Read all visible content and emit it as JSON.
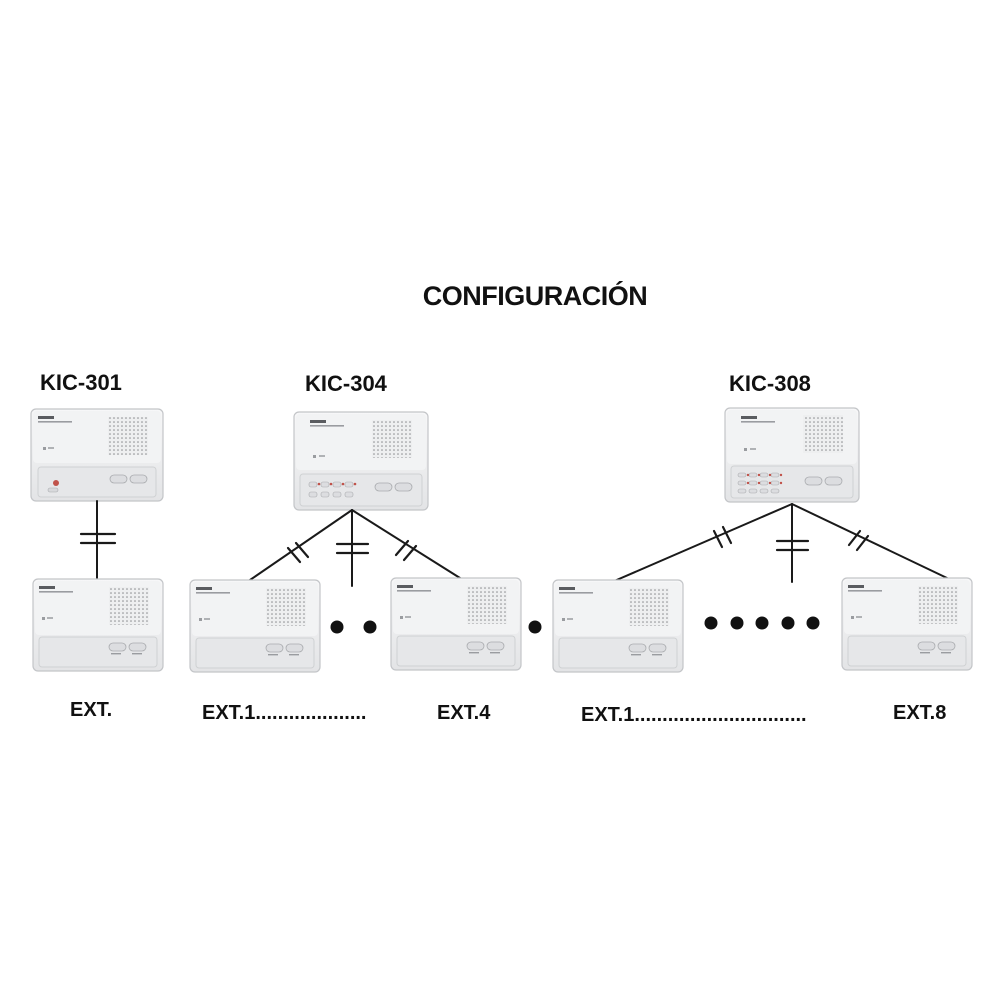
{
  "title": "CONFIGURACIÓN",
  "models": {
    "kic301": "KIC-301",
    "kic304": "KIC-304",
    "kic308": "KIC-308"
  },
  "extensions": {
    "ext_single": "EXT.",
    "ext1_of_4": "EXT.1....................",
    "ext4": "EXT.4",
    "ext1_of_8": "EXT.1...............................",
    "ext8": "EXT.8"
  },
  "colors": {
    "device_body": "#ecedee",
    "device_edge": "#c9cbcd",
    "line": "#1a1a1a",
    "dot": "#111111"
  }
}
